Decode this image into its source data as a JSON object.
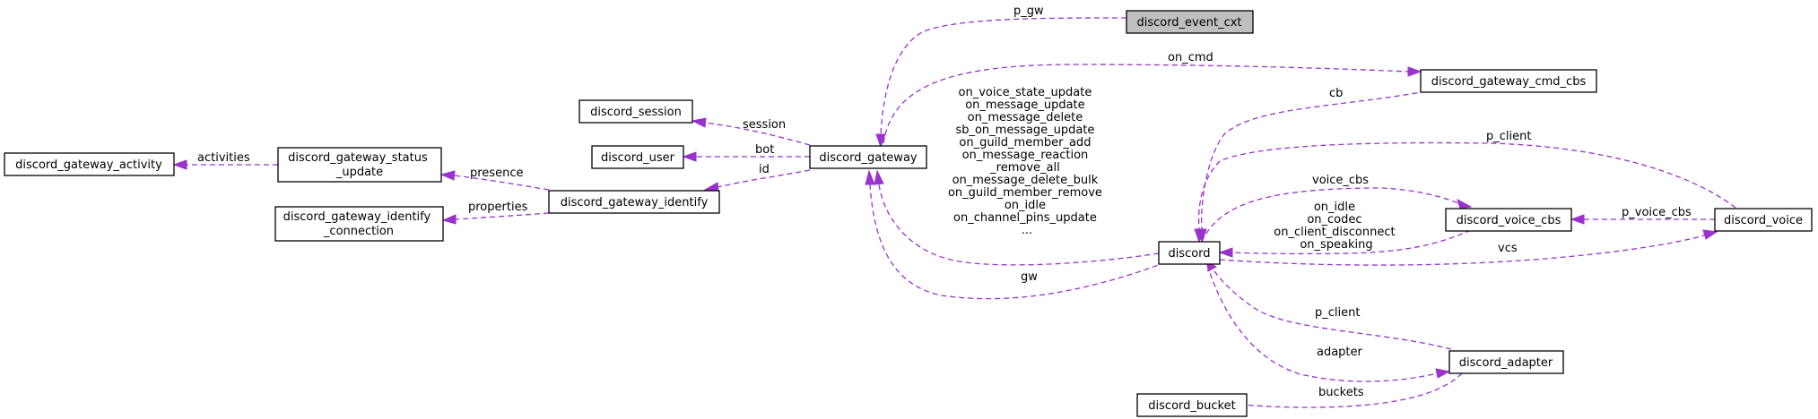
{
  "nodes": {
    "event_cxt": "discord_event_cxt",
    "gateway": "discord_gateway",
    "cmd_cbs": "discord_gateway_cmd_cbs",
    "session": "discord_session",
    "user": "discord_user",
    "activity": "discord_gateway_activity",
    "status_update": [
      "discord_gateway_status",
      "_update"
    ],
    "identify": "discord_gateway_identify",
    "identify_connection": [
      "discord_gateway_identify",
      "_connection"
    ],
    "discord": "discord",
    "voice_cbs": "discord_voice_cbs",
    "voice": "discord_voice",
    "adapter": "discord_adapter",
    "bucket": "discord_bucket"
  },
  "edges": {
    "p_gw": "p_gw",
    "on_cmd": "on_cmd",
    "cb": "cb",
    "session": "session",
    "bot": "bot",
    "id": "id",
    "activities": "activities",
    "presence": "presence",
    "properties": "properties",
    "gateway_callbacks": [
      "on_voice_state_update",
      "on_message_update",
      "on_message_delete",
      "sb_on_message_update",
      "on_guild_member_add",
      "on_message_reaction",
      "_remove_all",
      "on_message_delete_bulk",
      "on_guild_member_remove",
      "on_idle",
      "on_channel_pins_update",
      "..."
    ],
    "gw": "gw",
    "p_client_voice": "p_client",
    "voice_cbs": "voice_cbs",
    "voice_callbacks": [
      "on_idle",
      "on_codec",
      "on_client_disconnect",
      "on_speaking"
    ],
    "p_voice_cbs": "p_voice_cbs",
    "vcs": "vcs",
    "p_client_adapter": "p_client",
    "adapter": "adapter",
    "buckets": "buckets"
  }
}
